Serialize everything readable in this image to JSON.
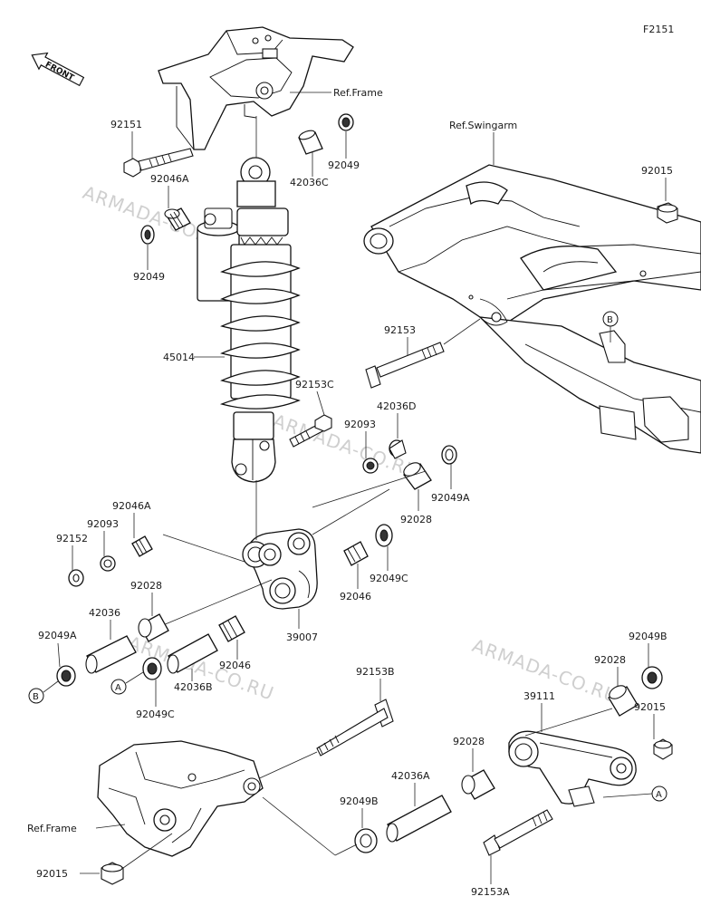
{
  "figure_id": "F2151",
  "front_arrow": "FRONT",
  "watermark": "ARMADA-CO.RU",
  "refs": {
    "frame_top": "Ref.Frame",
    "swingarm": "Ref.Swingarm",
    "frame_bottom": "Ref.Frame"
  },
  "callouts": {
    "a": "A",
    "b": "B"
  },
  "parts": {
    "p92151": "92151",
    "p92046A_top": "92046A",
    "p92049_left": "92049",
    "p42036C": "42036C",
    "p92049_top": "92049",
    "p92015_top": "92015",
    "p92153": "92153",
    "p45014": "45014",
    "p92153C": "92153C",
    "p42036D": "42036D",
    "p92093_right": "92093",
    "p92049A_right": "92049A",
    "p92028_mid": "92028",
    "p92046A_left": "92046A",
    "p92093_left": "92093",
    "p92152": "92152",
    "p92028_left": "92028",
    "p92049C_mid": "92049C",
    "p92046_mid": "92046",
    "p42036": "42036",
    "p92049A_left": "92049A",
    "p42036B": "42036B",
    "p92046_low": "92046",
    "p39007": "39007",
    "p92049C_low": "92049C",
    "p92153B": "92153B",
    "p92049B_right": "92049B",
    "p92028_right": "92028",
    "p39111": "39111",
    "p92015_right": "92015",
    "p92028_low": "92028",
    "p42036A": "42036A",
    "p92049B_low": "92049B",
    "p92015_low": "92015",
    "p92153A": "92153A"
  }
}
